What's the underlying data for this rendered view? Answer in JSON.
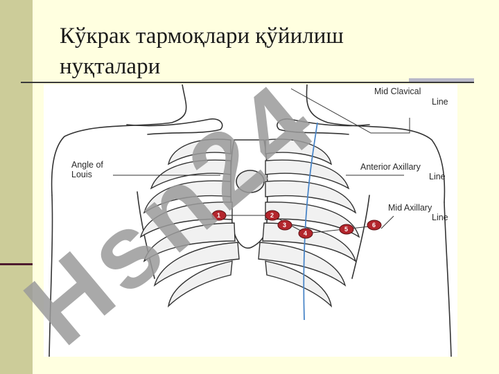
{
  "slide": {
    "title": "Кўкрак тармоқлари қўйилиш нуқталари"
  },
  "figure": {
    "labels": {
      "mid_clavical": [
        "Mid Clavical",
        "Line"
      ],
      "angle_of_louis": [
        "Angle of",
        "Louis"
      ],
      "anterior_axillary": [
        "Anterior Axillary",
        "Line"
      ],
      "mid_axillary": [
        "Mid Axillary",
        "Line"
      ]
    },
    "leads": [
      "1",
      "2",
      "3",
      "4",
      "5",
      "6"
    ],
    "watermark": "Hsn24"
  },
  "colors": {
    "background": "#FFFFE0",
    "sidebar": "#CCCC99",
    "lead_fill": "#b3262d",
    "guide_line": "#4a86c8",
    "watermark_gray": "#9a9a9a",
    "watermark_purple": "#c9b8ea"
  }
}
